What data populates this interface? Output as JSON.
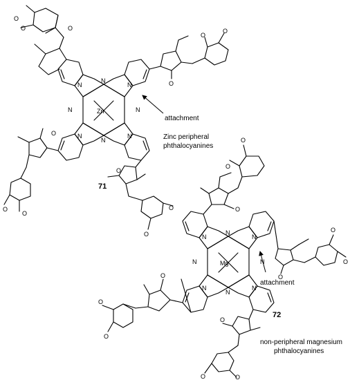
{
  "captions": {
    "attachment_top": "attachment",
    "zinc_line1": "Zinc peripheral",
    "zinc_line2": "phthalocyanines",
    "attachment_bottom": "attachment",
    "mg_line1": "non-peripheral magnesium",
    "mg_line2": "phthalocyanines"
  },
  "compounds": {
    "c71": {
      "number": "71",
      "metal": "Zn"
    },
    "c72": {
      "number": "72",
      "metal": "Mg"
    }
  },
  "atoms": {
    "N": "N",
    "O": "O"
  }
}
